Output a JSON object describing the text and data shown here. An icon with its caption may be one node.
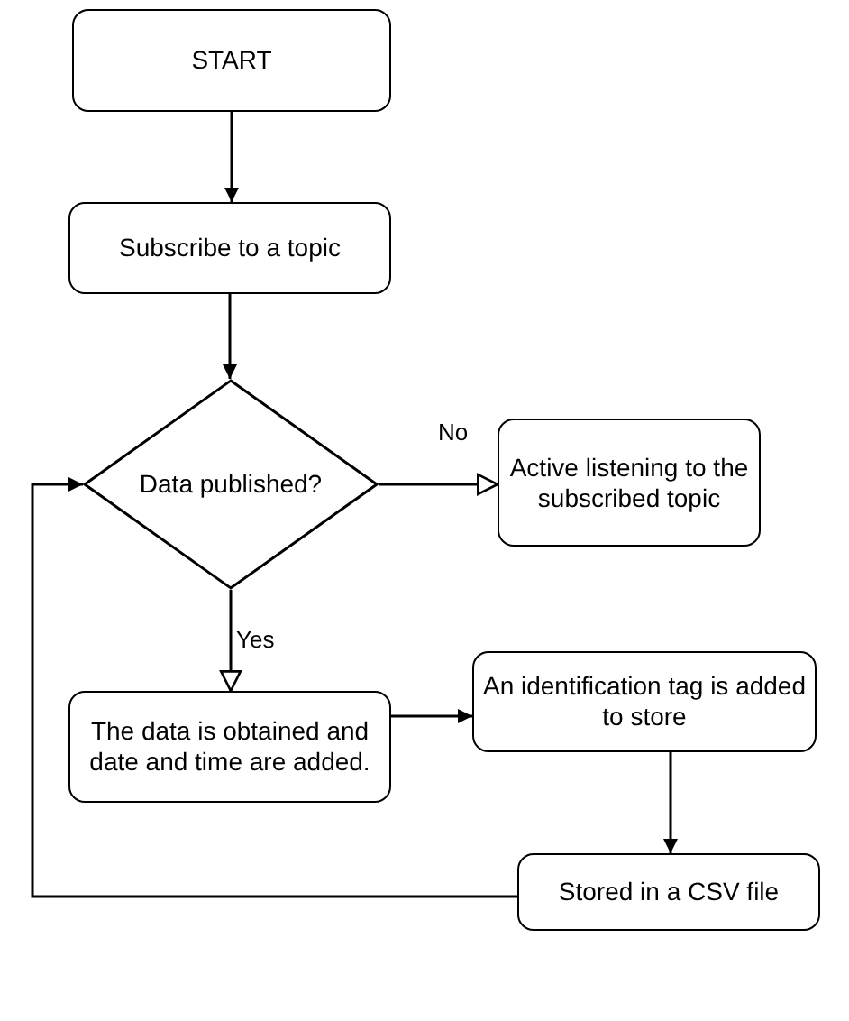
{
  "diagram": {
    "nodes": [
      {
        "text": [
          "START"
        ]
      },
      {
        "text": [
          "Subscribe to a topic"
        ]
      },
      {
        "text": [
          "Data published?"
        ]
      },
      {
        "text": [
          "Active listening to the subscribed topic"
        ]
      },
      {
        "text": [
          "The data is obtained and date and time are added."
        ]
      },
      {
        "text": [
          "An identification tag is added to store"
        ]
      },
      {
        "text": [
          "Stored in a CSV file"
        ]
      }
    ],
    "edges": [
      {
        "from": 0,
        "to": 1,
        "arrow": "to"
      },
      {
        "from": 1,
        "to": 2,
        "arrow": "to"
      },
      {
        "from": 2,
        "to": 3,
        "arrow": "to",
        "label": "No"
      },
      {
        "from": 2,
        "to": 4,
        "arrow": "to",
        "label": "Yes"
      },
      {
        "from": 4,
        "to": 5,
        "arrow": "to"
      },
      {
        "from": 5,
        "to": 6,
        "arrow": "to"
      },
      {
        "from": 6,
        "to": 2,
        "arrow": "to"
      }
    ]
  }
}
